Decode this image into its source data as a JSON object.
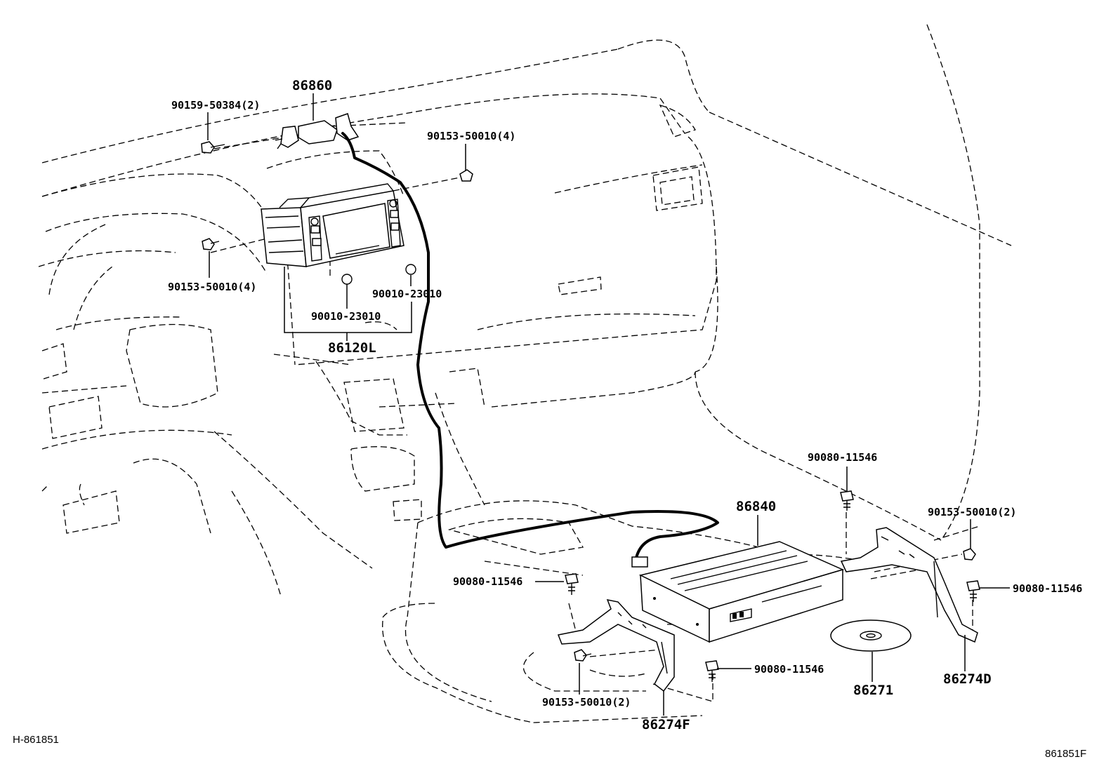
{
  "callouts": {
    "c_86860": "86860",
    "c_90159_50384": "90159-50384(2)",
    "c_90153_50010_top": "90153-50010(4)",
    "c_90153_50010_left": "90153-50010(4)",
    "c_90010_23010_right": "90010-23010",
    "c_90010_23010_mid": "90010-23010",
    "c_86120L": "86120L",
    "c_90080_11546_top": "90080-11546",
    "c_86840": "86840",
    "c_90153_50010_right": "90153-50010(2)",
    "c_90080_11546_left": "90080-11546",
    "c_90080_11546_right": "90080-11546",
    "c_90080_11546_bottom": "90080-11546",
    "c_86271": "86271",
    "c_86274D": "86274D",
    "c_90153_50010_bottom": "90153-50010(2)",
    "c_86274F": "86274F"
  },
  "refs": {
    "left": "H-861851",
    "right": "861851F"
  }
}
